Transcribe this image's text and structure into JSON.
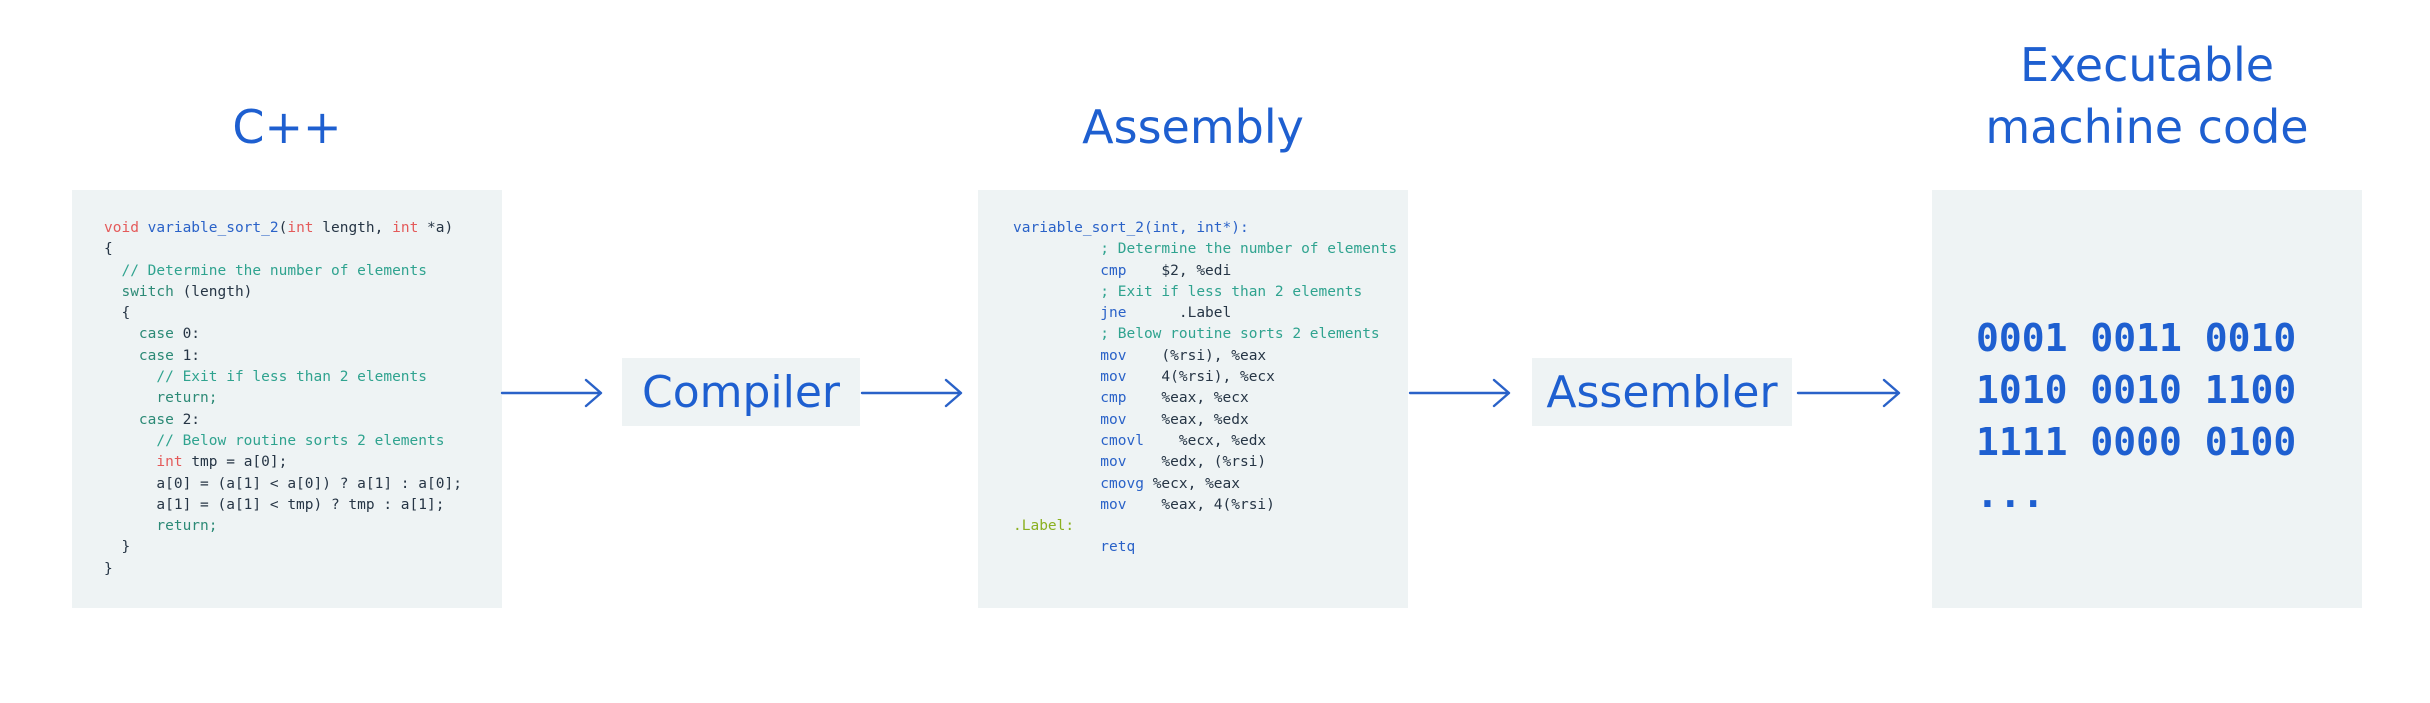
{
  "colors": {
    "accent": "#1e5fd0",
    "box_background": "#eef3f4",
    "keyword": "#e45a5a",
    "comment": "#2fa38f",
    "label": "#8ab020"
  },
  "stages": {
    "cpp": {
      "title": "C++"
    },
    "assembly": {
      "title": "Assembly"
    },
    "machine": {
      "title": "Executable\nmachine code"
    }
  },
  "processes": {
    "compiler": "Compiler",
    "assembler": "Assembler"
  },
  "cpp_code": [
    [
      [
        "kw",
        "void "
      ],
      [
        "fn",
        "variable_sort_2"
      ],
      [
        "text",
        "("
      ],
      [
        "kw",
        "int "
      ],
      [
        "text",
        "length, "
      ],
      [
        "kw",
        "int "
      ],
      [
        "text",
        "*a)"
      ]
    ],
    [
      [
        "text",
        "{"
      ]
    ],
    [
      [
        "comment",
        "  // Determine the number of elements"
      ]
    ],
    [
      [
        "ctrl",
        "  switch "
      ],
      [
        "text",
        "(length)"
      ]
    ],
    [
      [
        "text",
        "  {"
      ]
    ],
    [
      [
        "ctrl",
        "    case "
      ],
      [
        "text",
        "0:"
      ]
    ],
    [
      [
        "ctrl",
        "    case "
      ],
      [
        "text",
        "1:"
      ]
    ],
    [
      [
        "comment",
        "      // Exit if less than 2 elements"
      ]
    ],
    [
      [
        "ctrl",
        "      return;"
      ]
    ],
    [
      [
        "ctrl",
        "    case "
      ],
      [
        "text",
        "2:"
      ]
    ],
    [
      [
        "comment",
        "      // Below routine sorts 2 elements"
      ]
    ],
    [
      [
        "kw",
        "      int "
      ],
      [
        "text",
        "tmp = a[0];"
      ]
    ],
    [
      [
        "text",
        "      a[0] = (a[1] < a[0]) ? a[1] : a[0];"
      ]
    ],
    [
      [
        "text",
        "      a[1] = (a[1] < tmp) ? tmp : a[1];"
      ]
    ],
    [
      [
        "ctrl",
        "      return;"
      ]
    ],
    [
      [
        "text",
        "  }"
      ]
    ],
    [
      [
        "text",
        "}"
      ]
    ]
  ],
  "asm_code": [
    [
      [
        "fn",
        "variable_sort_2(int, int*):"
      ]
    ],
    [
      [
        "comment",
        "          ; Determine the number of elements"
      ]
    ],
    [
      [
        "instr",
        "          cmp    "
      ],
      [
        "text",
        "$2, %edi"
      ]
    ],
    [
      [
        "comment",
        "          ; Exit if less than 2 elements"
      ]
    ],
    [
      [
        "instr",
        "          jne    "
      ],
      [
        "text",
        "  .Label"
      ]
    ],
    [
      [
        "comment",
        "          ; Below routine sorts 2 elements"
      ]
    ],
    [
      [
        "instr",
        "          mov    "
      ],
      [
        "text",
        "(%rsi), %eax"
      ]
    ],
    [
      [
        "instr",
        "          mov    "
      ],
      [
        "text",
        "4(%rsi), %ecx"
      ]
    ],
    [
      [
        "instr",
        "          cmp    "
      ],
      [
        "text",
        "%eax, %ecx"
      ]
    ],
    [
      [
        "instr",
        "          mov    "
      ],
      [
        "text",
        "%eax, %edx"
      ]
    ],
    [
      [
        "instr",
        "          cmovl  "
      ],
      [
        "text",
        "  %ecx, %edx"
      ]
    ],
    [
      [
        "instr",
        "          mov    "
      ],
      [
        "text",
        "%edx, (%rsi)"
      ]
    ],
    [
      [
        "instr",
        "          cmovg "
      ],
      [
        "text",
        "%ecx, %eax"
      ]
    ],
    [
      [
        "instr",
        "          mov    "
      ],
      [
        "text",
        "%eax, 4(%rsi)"
      ]
    ],
    [
      [
        "label",
        ".Label:"
      ]
    ],
    [
      [
        "instr",
        "          retq"
      ]
    ]
  ],
  "machine_code": [
    "0001 0011 0010",
    "1010 0010 1100",
    "1111 0000 0100",
    "..."
  ]
}
